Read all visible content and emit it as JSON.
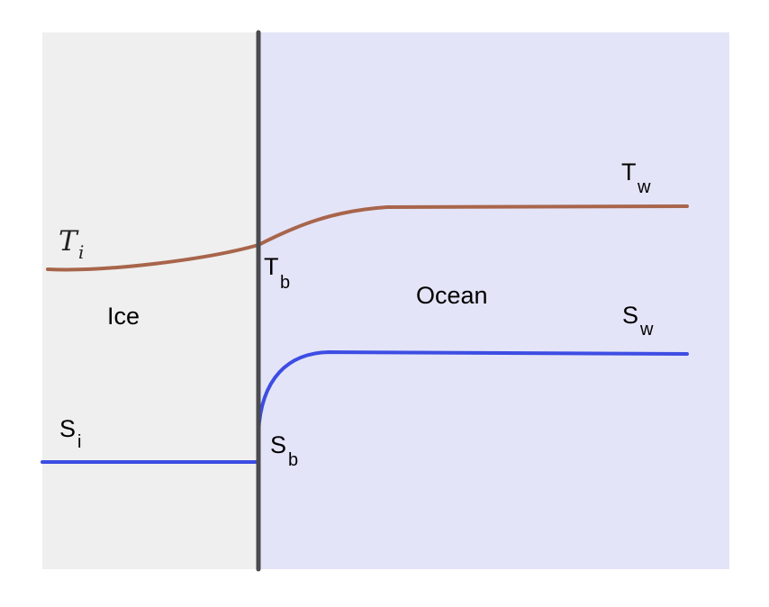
{
  "colors": {
    "ice_region": "#efefef",
    "ocean_region": "#e4e4f8",
    "interface_line": "#4a4a4f",
    "temperature_curve": "#a8654b",
    "salinity_curve": "#3d4de3"
  },
  "regions": {
    "ice_label": "Ice",
    "ocean_label": "Ocean"
  },
  "labels": {
    "ti_main": "T",
    "ti_sub": "i",
    "tb_main": "T",
    "tb_sub": "b",
    "tw_main": "T",
    "tw_sub": "w",
    "si_main": "S",
    "si_sub": "i",
    "sb_main": "S",
    "sb_sub": "b",
    "sw_main": "S",
    "sw_sub": "w"
  }
}
